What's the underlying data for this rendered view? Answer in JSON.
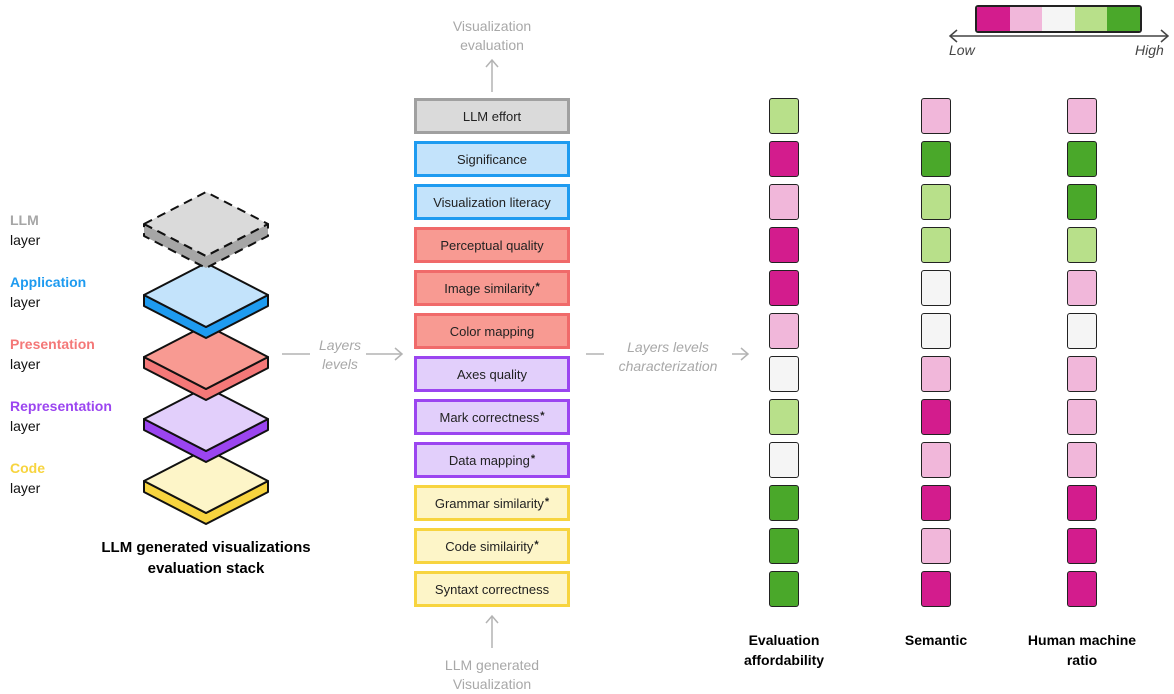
{
  "colors": {
    "llm": "#a6a6a6",
    "application": "#1e9bf0",
    "presentation": "#f47878",
    "representation": "#9b45f0",
    "code": "#f7d43f",
    "scale": [
      "#d31c8d",
      "#f1b7da",
      "#f5f5f5",
      "#b8e08a",
      "#4aa82a"
    ]
  },
  "legend": {
    "low": "Low",
    "high": "High"
  },
  "stack": {
    "layers": [
      {
        "title": "LLM",
        "sub": "layer",
        "color": "#a6a6a6"
      },
      {
        "title": "Application",
        "sub": "layer",
        "color": "#1e9bf0"
      },
      {
        "title": "Presentation",
        "sub": "layer",
        "color": "#f47878"
      },
      {
        "title": "Representation",
        "sub": "layer",
        "color": "#9b45f0"
      },
      {
        "title": "Code",
        "sub": "layer",
        "color": "#f7d43f"
      }
    ],
    "caption_line1": "LLM generated visualizations",
    "caption_line2": "evaluation stack"
  },
  "arrows": {
    "layers_levels_1": "Layers",
    "layers_levels_2": "levels",
    "characterization_1": "Layers levels",
    "characterization_2": "characterization"
  },
  "top_label": {
    "line1": "Visualization",
    "line2": "evaluation"
  },
  "bottom_label": {
    "line1": "LLM generated",
    "line2": "Visualization"
  },
  "metrics": [
    {
      "label": "LLM effort",
      "star": "",
      "fill": "#dadada",
      "border": "#a0a0a0"
    },
    {
      "label": "Significance",
      "star": "",
      "fill": "#c3e3fb",
      "border": "#1e9bf0"
    },
    {
      "label": "Visualization literacy",
      "star": "",
      "fill": "#c3e3fb",
      "border": "#1e9bf0"
    },
    {
      "label": "Perceptual quality",
      "star": "",
      "fill": "#f89a92",
      "border": "#f06a6a"
    },
    {
      "label": "Image similarity",
      "star": "*",
      "fill": "#f89a92",
      "border": "#f06a6a"
    },
    {
      "label": "Color mapping",
      "star": "",
      "fill": "#f89a92",
      "border": "#f06a6a"
    },
    {
      "label": "Axes quality",
      "star": "",
      "fill": "#e2cffb",
      "border": "#9b45f0"
    },
    {
      "label": "Mark correctness",
      "star": "*",
      "fill": "#e2cffb",
      "border": "#9b45f0"
    },
    {
      "label": "Data mapping",
      "star": "*",
      "fill": "#e2cffb",
      "border": "#9b45f0"
    },
    {
      "label": "Grammar similarity",
      "star": "*",
      "fill": "#fdf5c8",
      "border": "#f7d43f"
    },
    {
      "label": "Code similairity",
      "star": "*",
      "fill": "#fdf5c8",
      "border": "#f7d43f"
    },
    {
      "label": "Syntaxt correctness",
      "star": "",
      "fill": "#fdf5c8",
      "border": "#f7d43f"
    }
  ],
  "columns": [
    {
      "title_line1": "Evaluation",
      "title_line2": "affordability",
      "levels": [
        4,
        1,
        2,
        1,
        1,
        2,
        3,
        4,
        3,
        5,
        5,
        5
      ]
    },
    {
      "title_line1": "Semantic",
      "title_line2": "",
      "levels": [
        2,
        5,
        4,
        4,
        3,
        3,
        2,
        1,
        2,
        1,
        2,
        1
      ]
    },
    {
      "title_line1": "Human machine",
      "title_line2": "ratio",
      "levels": [
        2,
        5,
        5,
        4,
        2,
        3,
        2,
        2,
        2,
        1,
        1,
        1
      ]
    }
  ]
}
